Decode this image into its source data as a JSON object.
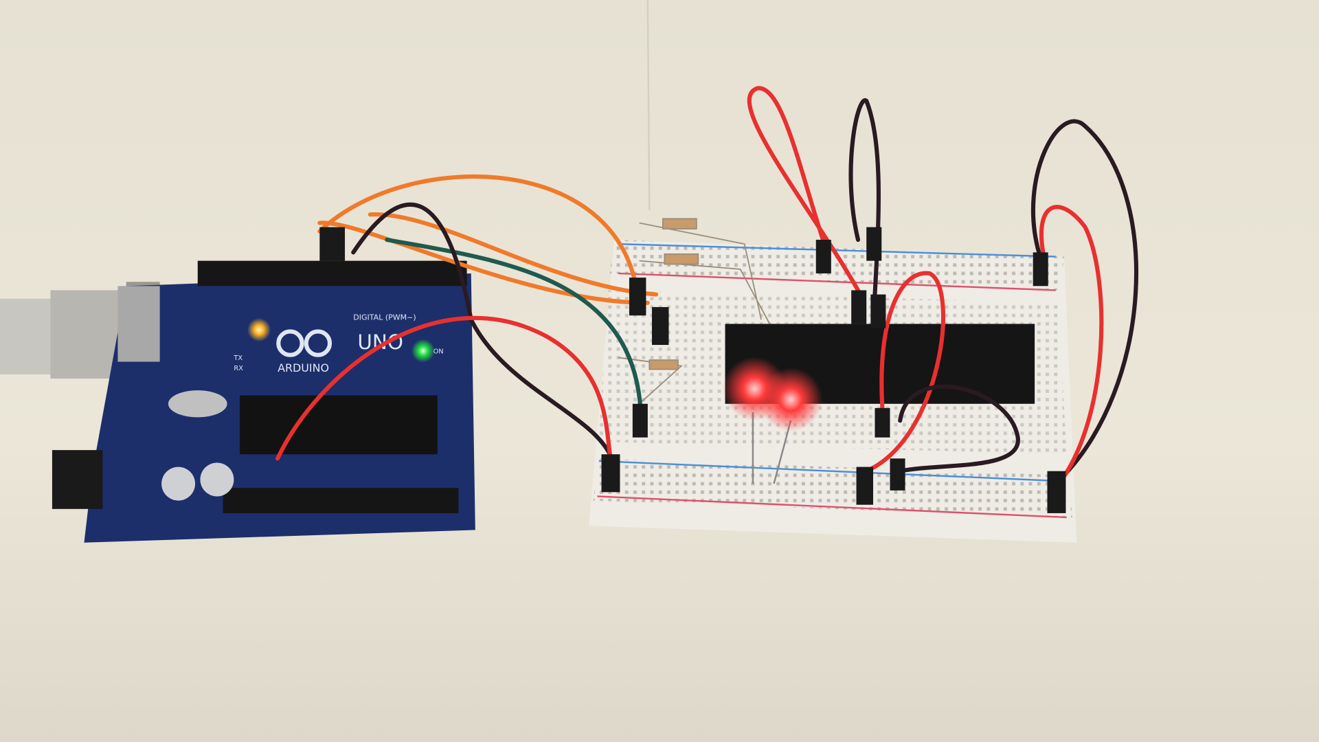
{
  "scene": "photo",
  "board": {
    "brand": "ARDUINO",
    "model": "UNO",
    "header_label": "DIGITAL (PWM~)",
    "power_led_label": "ON",
    "tx_label": "TX",
    "rx_label": "RX",
    "color": "#1c2f6b"
  },
  "colors": {
    "background": "#e7e2d3",
    "breadboard": "#efece6",
    "rail_red": "#e0506a",
    "rail_blue": "#4a8fd8",
    "wire_orange": "#f07a2a",
    "wire_red": "#e8302f",
    "wire_black": "#2a1a22",
    "wire_green": "#1f5a4e",
    "led_glow": "#ff3a3a",
    "chip": "#151515"
  }
}
